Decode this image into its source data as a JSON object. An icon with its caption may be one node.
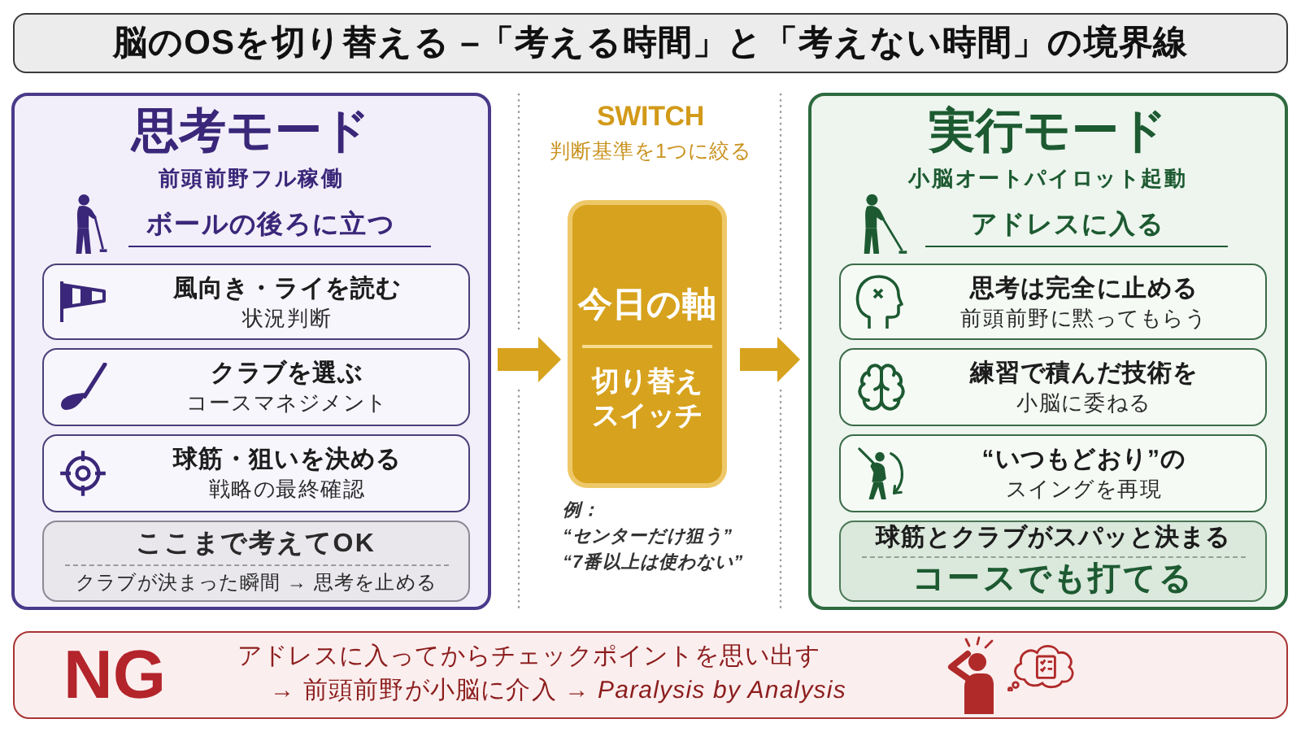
{
  "diagram": {
    "title": "脳のOSを切り替える –「考える時間」と「考えない時間」の境界線",
    "nodes": [
      {
        "text": [
          "思考モード",
          "前頭前野フル稼働",
          "ボールの後ろに立つ"
        ]
      },
      {
        "text": [
          "風向き・ライを読む",
          "状況判断"
        ],
        "in": 0
      },
      {
        "text": [
          "クラブを選ぶ",
          "コースマネジメント"
        ],
        "in": 0
      },
      {
        "text": [
          "球筋・狙いを決める",
          "戦略の最終確認"
        ],
        "in": 0
      },
      {
        "text": [
          "ここまで考えてOK",
          "クラブが決まった瞬間 → 思考を止める"
        ],
        "in": 0
      },
      {
        "text": [
          "今日の軸",
          "切り替えスイッチ"
        ],
        "beside": [
          "SWITCH",
          "判断基準を1つに絞る",
          "例：",
          "“センターだけ狙う”",
          "“7番以上は使わない”"
        ]
      },
      {
        "text": [
          "実行モード",
          "小脳オートパイロット起動",
          "アドレスに入る"
        ]
      },
      {
        "text": [
          "思考は完全に止める",
          "前頭前野に黙ってもらう"
        ],
        "in": 6
      },
      {
        "text": [
          "練習で積んだ技術を",
          "小脳に委ねる"
        ],
        "in": 6
      },
      {
        "text": [
          "“いつもどおり”の",
          "スイングを再現"
        ],
        "in": 6
      },
      {
        "text": [
          "球筋とクラブがスパッと決まる",
          "コースでも打てる"
        ],
        "in": 6
      },
      {
        "text": [
          "NG",
          "アドレスに入ってからチェックポイントを思い出す",
          "→ 前頭前野が小脳に介入 → *Paralysis by Analysis*"
        ]
      }
    ],
    "edges": [
      {
        "from": 0,
        "to": 5,
        "arrow": "to"
      },
      {
        "from": 5,
        "to": 6,
        "arrow": "to"
      }
    ]
  }
}
